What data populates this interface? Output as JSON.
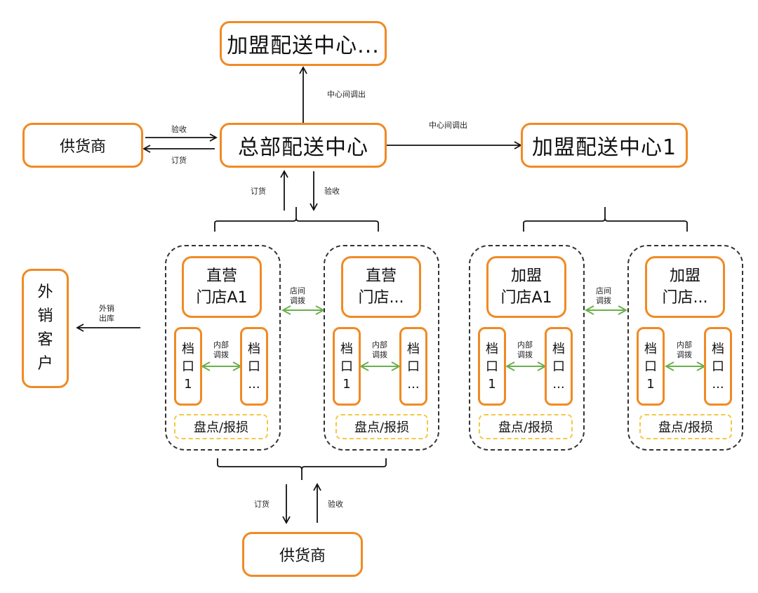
{
  "nodes": {
    "franchise_center_more": "加盟配送中心...",
    "supplier_top": "供货商",
    "hq_center": "总部配送中心",
    "franchise_center_1": "加盟配送中心1",
    "external_customer": [
      "外",
      "销",
      "客",
      "户"
    ],
    "supplier_bottom": "供货商"
  },
  "stores": [
    {
      "line1": "直营",
      "line2": "门店A1",
      "stall1": [
        "档",
        "口",
        "1"
      ],
      "stall2": [
        "档",
        "口",
        "..."
      ],
      "transfer": [
        "内部",
        "调拨"
      ],
      "inventory": "盘点/报损"
    },
    {
      "line1": "直营",
      "line2": "门店...",
      "stall1": [
        "档",
        "口",
        "1"
      ],
      "stall2": [
        "档",
        "口",
        "..."
      ],
      "transfer": [
        "内部",
        "调拨"
      ],
      "inventory": "盘点/报损"
    },
    {
      "line1": "加盟",
      "line2": "门店A1",
      "stall1": [
        "档",
        "口",
        "1"
      ],
      "stall2": [
        "档",
        "口",
        "..."
      ],
      "transfer": [
        "内部",
        "调拨"
      ],
      "inventory": "盘点/报损"
    },
    {
      "line1": "加盟",
      "line2": "门店...",
      "stall1": [
        "档",
        "口",
        "1"
      ],
      "stall2": [
        "档",
        "口",
        "..."
      ],
      "transfer": [
        "内部",
        "调拨"
      ],
      "inventory": "盘点/报损"
    }
  ],
  "edge_labels": {
    "hq_to_franchise_more": "中心间调出",
    "hq_to_franchise_1": "中心间调出",
    "supplier_to_hq": "验收",
    "hq_to_supplier": "订货",
    "stores_to_hq": "订货",
    "hq_to_stores": "验收",
    "direct_store_transfer": [
      "店间",
      "调拨"
    ],
    "franchise_store_transfer": [
      "店间",
      "调拨"
    ],
    "external_sale": [
      "外销",
      "出库"
    ],
    "stores_to_supplier": "订货",
    "supplier_to_stores": "验收"
  },
  "colors": {
    "node_border": "#f08a24",
    "transfer_arrow": "#6ab04c",
    "inventory_border": "#f5c842",
    "group_border": "#333333"
  }
}
